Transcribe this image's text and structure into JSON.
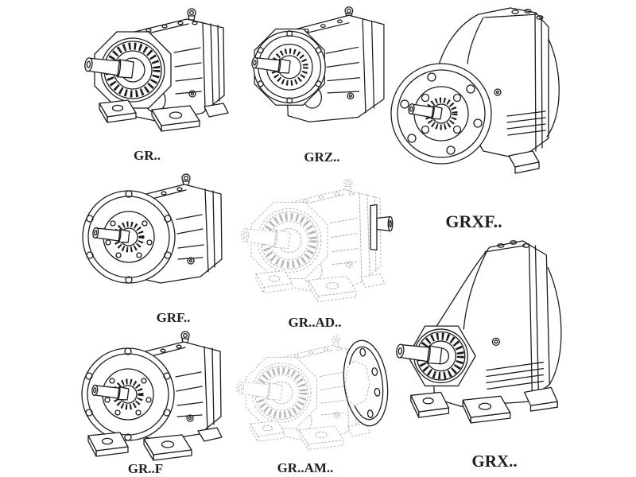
{
  "page": {
    "title": "gear-reducer-series-diagram",
    "background": "#ffffff"
  },
  "colors": {
    "line": "#1c1c1c",
    "ghost_line": "#b5b5b5",
    "label_text": "#231f20"
  },
  "figures": [
    {
      "id": "gr",
      "label": "GR..",
      "style": "solid",
      "type": "foot-mounted-gearbox"
    },
    {
      "id": "grz",
      "label": "GRZ..",
      "style": "solid",
      "type": "small-flange-gearbox"
    },
    {
      "id": "grxf",
      "label": "GRXF..",
      "style": "solid",
      "type": "large-flange-mounted-gearbox"
    },
    {
      "id": "grf",
      "label": "GRF..",
      "style": "solid",
      "type": "flange-mounted-gearbox"
    },
    {
      "id": "grad",
      "label": "GR..AD..",
      "style": "dashed",
      "type": "gearbox-with-input-shaft-adapter"
    },
    {
      "id": "grff",
      "label": "GR..F",
      "style": "solid",
      "type": "flange-and-foot-mounted-gearbox"
    },
    {
      "id": "gram",
      "label": "GR..AM..",
      "style": "dashed",
      "type": "gearbox-with-motor-adapter-flange"
    },
    {
      "id": "grx",
      "label": "GRX..",
      "style": "solid",
      "type": "large-foot-mounted-gearbox"
    }
  ]
}
